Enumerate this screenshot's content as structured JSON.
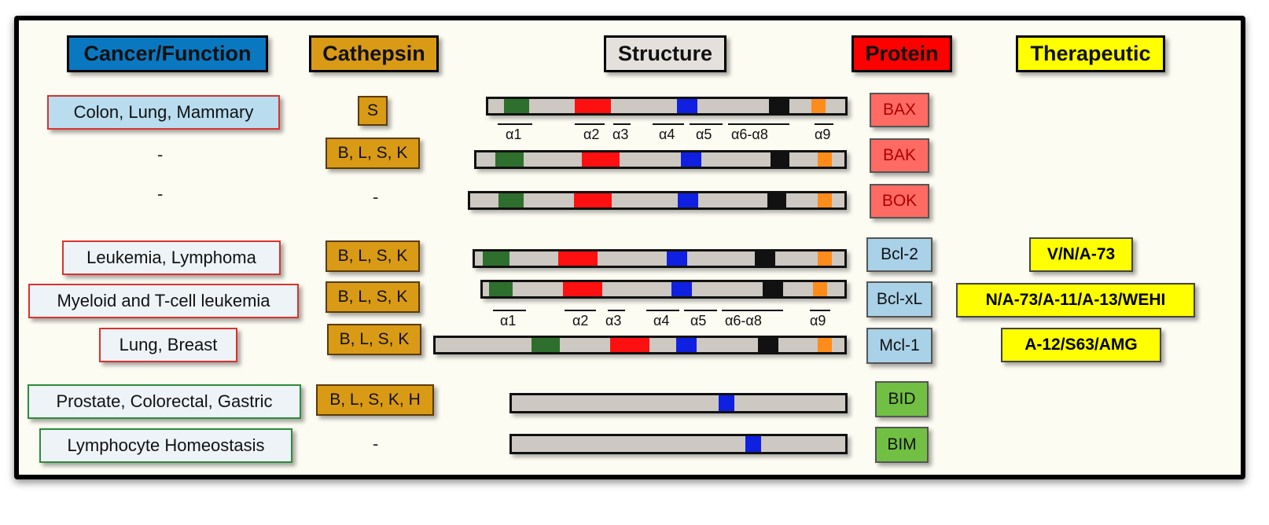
{
  "headers": {
    "cancer": "Cancer/Function",
    "cathepsin": "Cathepsin",
    "structure": "Structure",
    "protein": "Protein",
    "therapeutic": "Therapeutic"
  },
  "colors": {
    "header_cancer": "#0a78c1",
    "header_cathepsin": "#d99a16",
    "header_structure": "#e4e1dd",
    "header_protein": "#ff0000",
    "header_therapeutic": "#ffff00",
    "helix_green": "#2e6f2e",
    "helix_red": "#ff1010",
    "helix_blue": "#1020e0",
    "helix_black": "#111111",
    "helix_orange": "#ff8c1a",
    "protein_proapoptotic": "#ff6b62",
    "protein_antiapoptotic": "#a9d1e8",
    "protein_bh3only": "#72c043"
  },
  "cancer_functions": {
    "bax": "Colon, Lung, Mammary",
    "bak": "-",
    "bok": "-",
    "bcl2": "Leukemia, Lymphoma",
    "bclxl": "Myeloid and T-cell leukemia",
    "mcl1": "Lung, Breast",
    "bid": "Prostate, Colorectal, Gastric",
    "bim": "Lymphocyte Homeostasis"
  },
  "cathepsins": {
    "bax": "S",
    "bak": "B, L, S, K",
    "bok": "-",
    "bcl2": "B, L, S, K",
    "bclxl": "B, L, S, K",
    "mcl1": "B, L, S, K",
    "bid": "B, L, S, K, H",
    "bim": "-"
  },
  "proteins": {
    "bax": "BAX",
    "bak": "BAK",
    "bok": "BOK",
    "bcl2": "Bcl-2",
    "bclxl": "Bcl-xL",
    "mcl1": "Mcl-1",
    "bid": "BID",
    "bim": "BIM"
  },
  "therapeutics": {
    "bcl2": "V/N/A-73",
    "bclxl": "N/A-73/A-11/A-13/WEHI",
    "mcl1": "A-12/S63/AMG"
  },
  "helix_labels": {
    "a1": "α1",
    "a2": "α2",
    "a3": "α3",
    "a4": "α4",
    "a5": "α5",
    "a6a8": "α6-α8",
    "a9": "α9"
  }
}
